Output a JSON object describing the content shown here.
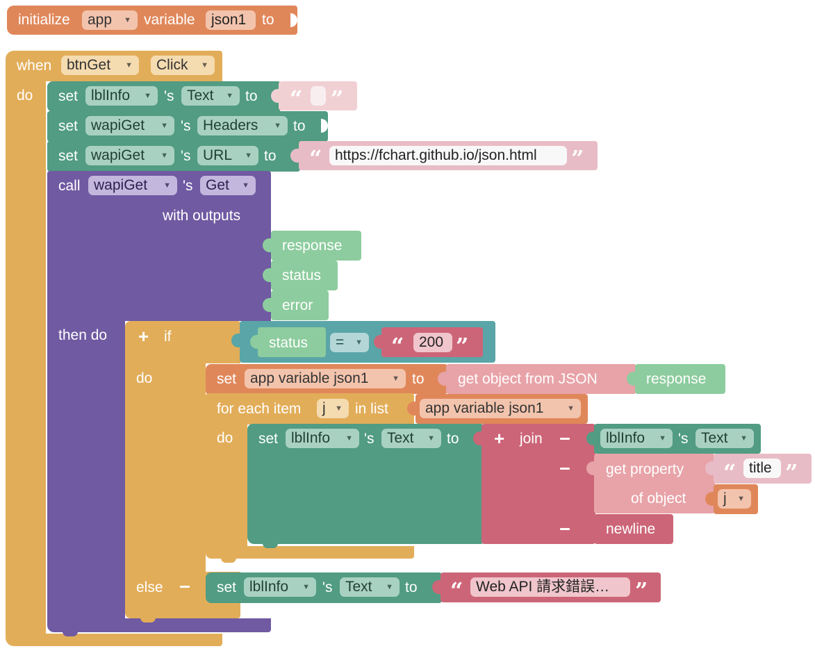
{
  "init": {
    "label": "initialize",
    "scope": "app",
    "var_label": "variable",
    "var_name": "json1",
    "to": "to"
  },
  "event": {
    "when": "when",
    "component": "btnGet",
    "event": "Click",
    "do": "do"
  },
  "s1": {
    "set": "set",
    "comp": "lblInfo",
    "poss": "'s",
    "prop": "Text",
    "to": "to",
    "value": ""
  },
  "s2": {
    "set": "set",
    "comp": "wapiGet",
    "poss": "'s",
    "prop": "Headers",
    "to": "to"
  },
  "s3": {
    "set": "set",
    "comp": "wapiGet",
    "poss": "'s",
    "prop": "URL",
    "to": "to",
    "value": "https://fchart.github.io/json.html"
  },
  "call": {
    "call": "call",
    "comp": "wapiGet",
    "poss": "'s",
    "method": "Get",
    "with_outputs": "with outputs",
    "outputs": [
      "response",
      "status",
      "error"
    ],
    "then_do": "then do"
  },
  "iff": {
    "if": "if",
    "do": "do",
    "else": "else",
    "status": "status",
    "op": "=",
    "value": "200"
  },
  "s4": {
    "set": "set",
    "var": "app variable json1",
    "to": "to",
    "fn": "get object from JSON",
    "arg": "response"
  },
  "loop": {
    "for_each": "for each item",
    "item": "j",
    "in_list": "in list",
    "list": "app variable json1",
    "do": "do"
  },
  "s5": {
    "set": "set",
    "comp": "lblInfo",
    "poss": "'s",
    "prop": "Text",
    "to": "to",
    "join": "join",
    "a_comp": "lblInfo",
    "a_poss": "'s",
    "a_prop": "Text",
    "get_property": "get property",
    "prop_name": "title",
    "of_object": "of object",
    "obj": "j",
    "newline": "newline"
  },
  "s6": {
    "set": "set",
    "comp": "lblInfo",
    "poss": "'s",
    "prop": "Text",
    "to": "to",
    "value": "Web API 請求錯誤…"
  },
  "icons": {
    "open_quote": "“",
    "close_quote": "”",
    "plus": "+"
  }
}
